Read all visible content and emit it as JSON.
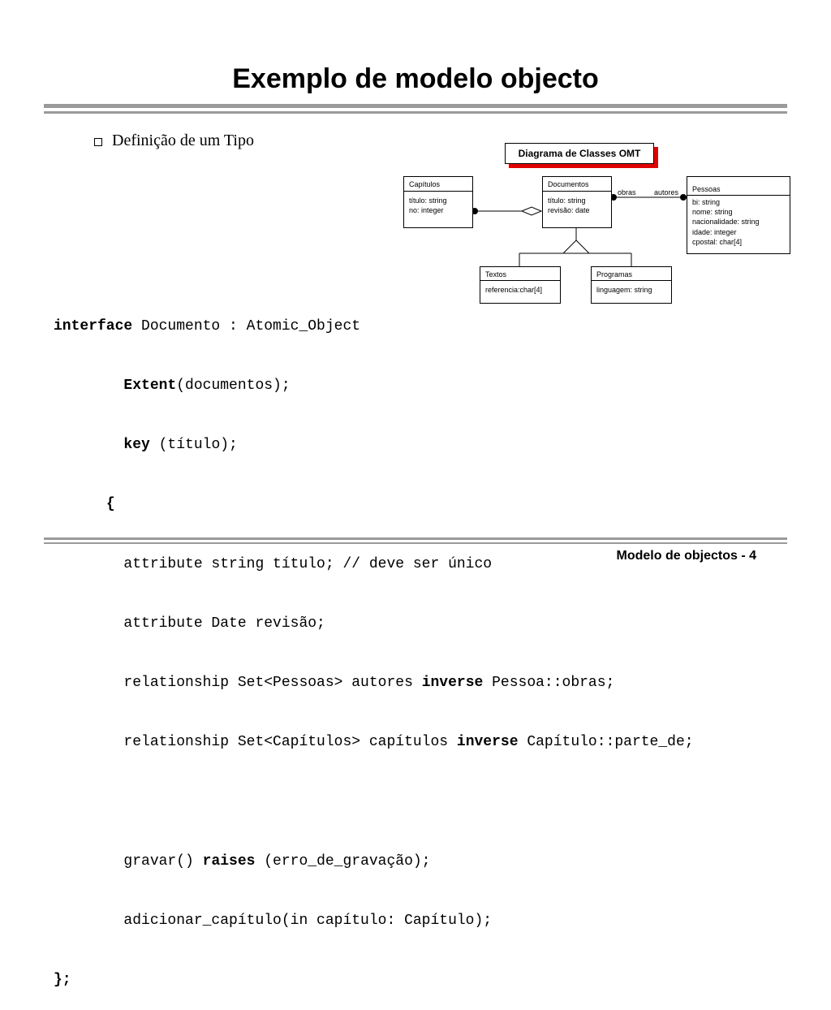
{
  "title": "Exemplo de modelo objecto",
  "bullet": "Definição de um Tipo",
  "diagram": {
    "title": "Diagrama de Classes OMT",
    "classes": {
      "capitulos": {
        "name": "Capítulos",
        "attrs": [
          "título: string",
          "no: integer"
        ]
      },
      "documentos": {
        "name": "Documentos",
        "attrs": [
          "título: string",
          "revisão: date"
        ]
      },
      "pessoas": {
        "name": "Pessoas",
        "attrs": [
          "bi: string",
          "nome: string",
          "nacionalidade: string",
          "idade: integer",
          "cpostal: char[4]"
        ]
      },
      "textos": {
        "name": "Textos",
        "attrs": [
          "referencia:char[4]"
        ]
      },
      "programas": {
        "name": "Programas",
        "attrs": [
          "linguagem: string"
        ]
      }
    },
    "roles": {
      "obras": "obras",
      "autores": "autores"
    }
  },
  "code": {
    "l1_kw": "interface",
    "l1_rest": " Documento : Atomic_Object",
    "l2_indent": "        ",
    "l2_kw": "Extent",
    "l2_rest": "(documentos);",
    "l3_indent": "        ",
    "l3_kw": "key",
    "l3_rest": " (título);",
    "l4_indent": "      ",
    "l4_kw": "{",
    "l5": "        attribute string título; // deve ser único",
    "l6": "        attribute Date revisão;",
    "l7_a": "        relationship Set<Pessoas> autores ",
    "l7_kw": "inverse",
    "l7_b": " Pessoa::obras;",
    "l8_a": "        relationship Set<Capítulos> capítulos ",
    "l8_kw": "inverse",
    "l8_b": " Capítulo::parte_de;",
    "l10_a": "        gravar() ",
    "l10_kw": "raises",
    "l10_b": " (erro_de_gravação);",
    "l11": "        adicionar_capítulo(in capítulo: Capítulo);",
    "l12_kw": "};"
  },
  "footer": {
    "label": "Modelo de objectos - ",
    "page": "4"
  },
  "colors": {
    "rule": "#9a9a9a",
    "shadow": "#e00000"
  }
}
